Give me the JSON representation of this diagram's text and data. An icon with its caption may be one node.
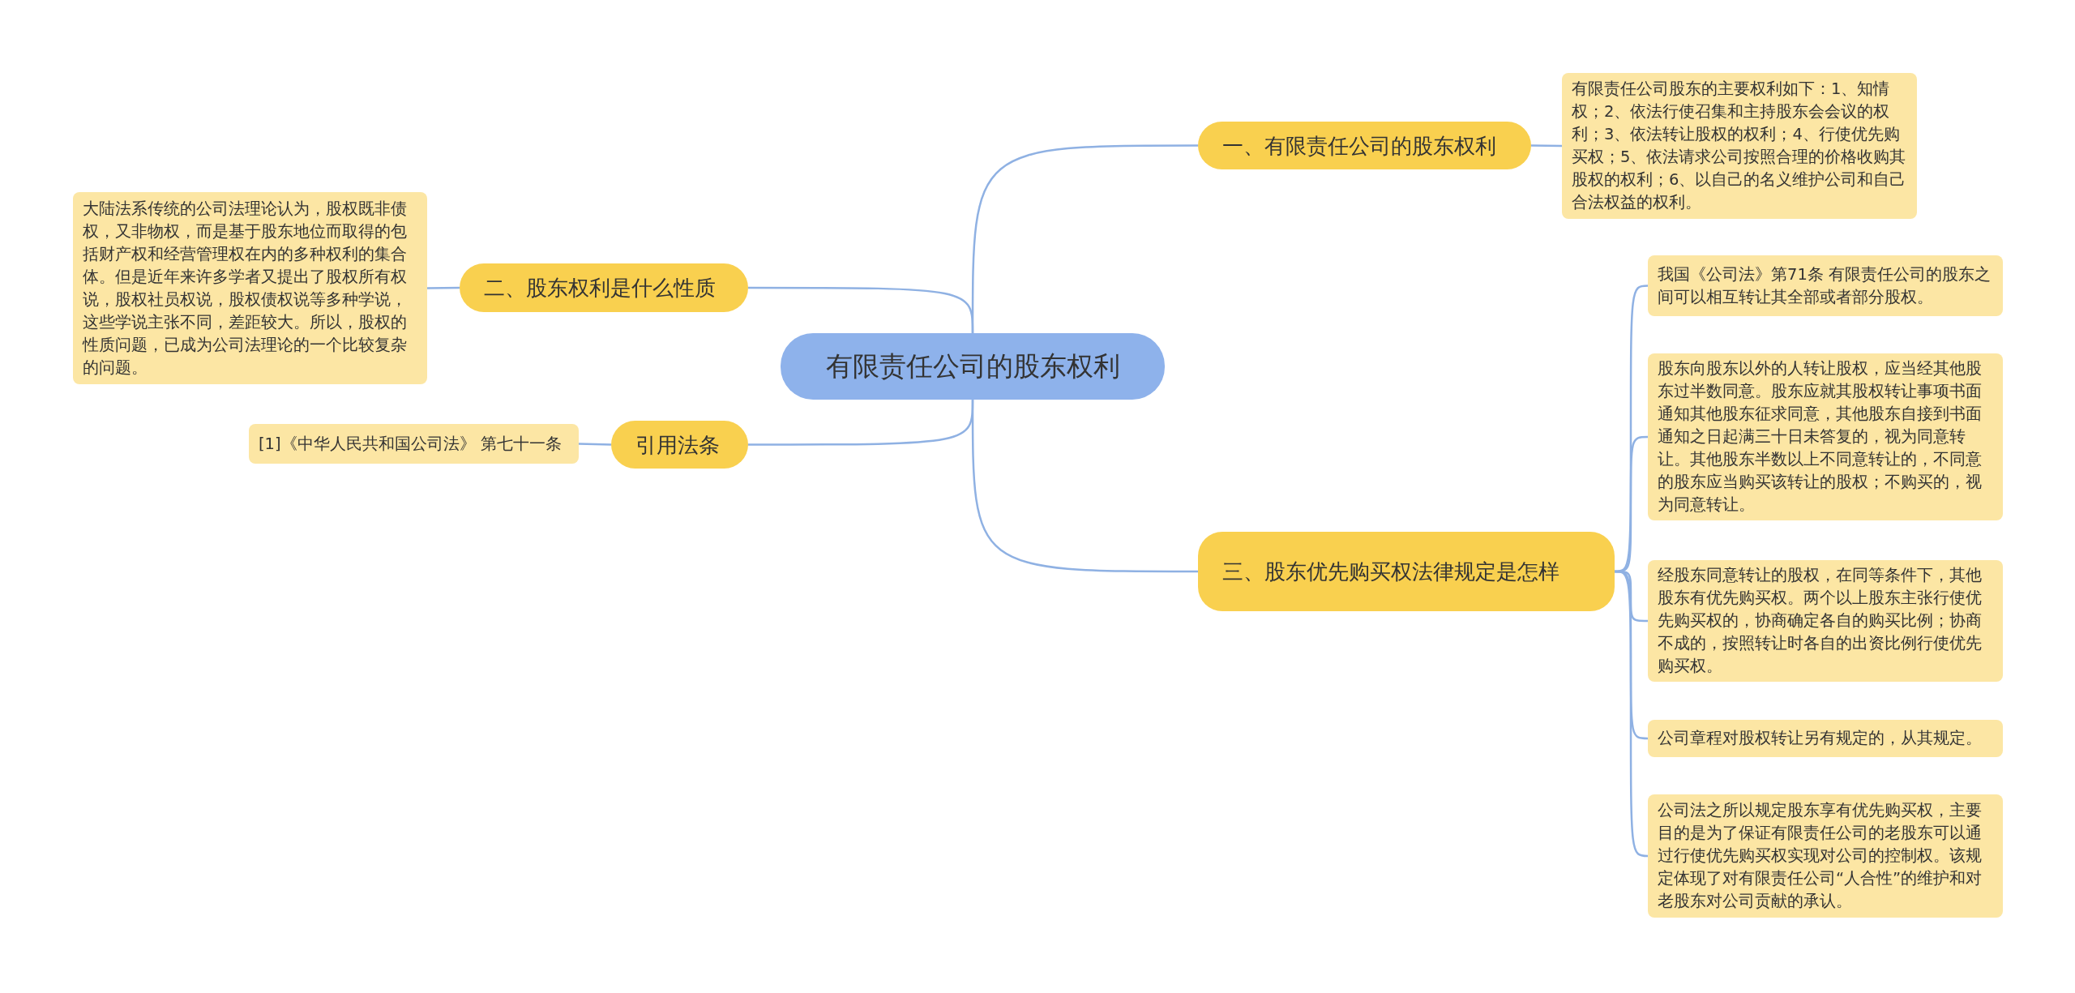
{
  "diagram": {
    "nodes": [
      {
        "text": [
          "有限责任公司的股东权利"
        ]
      },
      {
        "text": [
          "一、有限责任公司的股东权利"
        ]
      },
      {
        "text": [
          "有限责任公司股东的主要权利如下：1、知情权；2、依法行使召集和主持股东会会议的权利；3、依法转让股权的权利；4、行使优先购买权；5、依法请求公司按照合理的价格收购其股权的权利；6、以自己的名义维护公司和自己合法权益的权利。"
        ]
      },
      {
        "text": [
          "二、股东权利是什么性质"
        ]
      },
      {
        "text": [
          "大陆法系传统的公司法理论认为，股权既非债权，又非物权，而是基于股东地位而取得的包括财产权和经营管理权在内的多种权利的集合体。但是近年来许多学者又提出了股权所有权说，股权社员权说，股权债权说等多种学说，这些学说主张不同，差距较大。所以，股权的性质问题，已成为公司法理论的一个比较复杂的问题。"
        ]
      },
      {
        "text": [
          "引用法条"
        ]
      },
      {
        "text": [
          "[1]《中华人民共和国公司法》 第七十一条"
        ]
      },
      {
        "text": [
          "三、股东优先购买权法律规定是怎样"
        ]
      },
      {
        "text": [
          "我国《公司法》第71条 有限责任公司的股东之间可以相互转让其全部或者部分股权。"
        ]
      },
      {
        "text": [
          "股东向股东以外的人转让股权，应当经其他股东过半数同意。股东应就其股权转让事项书面通知其他股东征求同意，其他股东自接到书面通知之日起满三十日未答复的，视为同意转让。其他股东半数以上不同意转让的，不同意的股东应当购买该转让的股权；不购买的，视为同意转让。"
        ]
      },
      {
        "text": [
          "经股东同意转让的股权，在同等条件下，其他股东有优先购买权。两个以上股东主张行使优先购买权的，协商确定各自的购买比例；协商不成的，按照转让时各自的出资比例行使优先购买权。"
        ]
      },
      {
        "text": [
          "公司章程对股权转让另有规定的，从其规定。"
        ]
      },
      {
        "text": [
          "公司法之所以规定股东享有优先购买权，主要目的是为了保证有限责任公司的老股东可以通过行使优先购买权实现对公司的控制权。该规定体现了对有限责任公司“人合性”的维护和对老股东对公司贡献的承认。"
        ]
      }
    ],
    "edges": [
      {
        "from": 0,
        "to": 1,
        "arrow": "none"
      },
      {
        "from": 1,
        "to": 2,
        "arrow": "none"
      },
      {
        "from": 0,
        "to": 3,
        "arrow": "none"
      },
      {
        "from": 3,
        "to": 4,
        "arrow": "none"
      },
      {
        "from": 0,
        "to": 5,
        "arrow": "none"
      },
      {
        "from": 5,
        "to": 6,
        "arrow": "none"
      },
      {
        "from": 0,
        "to": 7,
        "arrow": "none"
      },
      {
        "from": 7,
        "to": 8,
        "arrow": "none"
      },
      {
        "from": 7,
        "to": 9,
        "arrow": "none"
      },
      {
        "from": 7,
        "to": 10,
        "arrow": "none"
      },
      {
        "from": 7,
        "to": 11,
        "arrow": "none"
      },
      {
        "from": 7,
        "to": 12,
        "arrow": "none"
      }
    ]
  }
}
